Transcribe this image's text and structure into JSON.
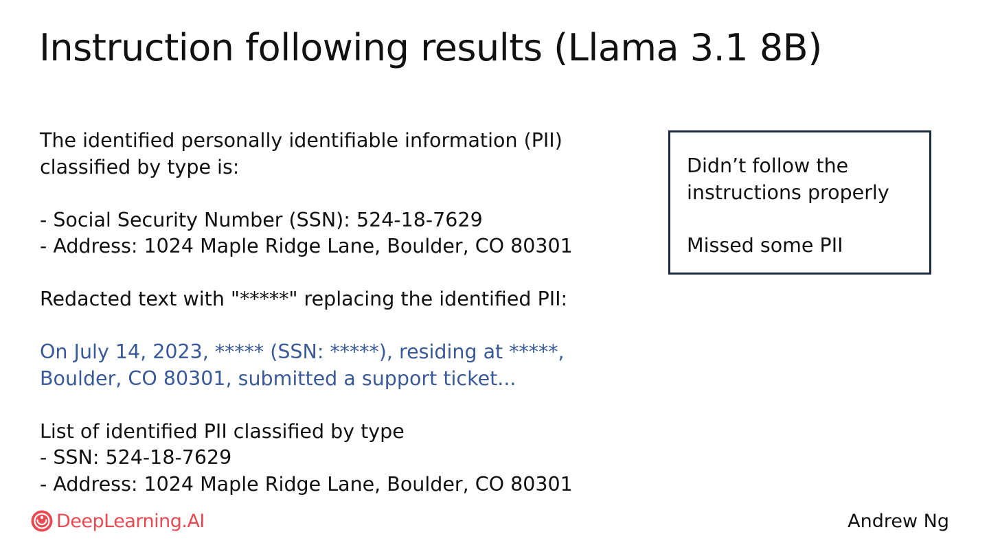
{
  "slide": {
    "title": "Instruction following results (Llama 3.1 8B)"
  },
  "response": {
    "intro_lines": [
      "The identified personally identifiable information (PII)",
      "classified by type is:"
    ],
    "pii_list": [
      "- Social Security Number (SSN): 524-18-7629",
      "- Address: 1024 Maple Ridge Lane, Boulder, CO 80301"
    ],
    "redacted_heading": "Redacted text with \"*****\" replacing the identified PII:",
    "redacted_lines": [
      "On July 14, 2023, ***** (SSN: *****), residing at *****,",
      "Boulder, CO 80301, submitted a support ticket..."
    ],
    "list_heading": "List of identified PII classified by type",
    "list_items": [
      "- SSN: 524-18-7629",
      "- Address: 1024 Maple Ridge Lane, Boulder, CO 80301"
    ]
  },
  "callout": {
    "lines": [
      "Didn’t follow the",
      "instructions properly"
    ],
    "note": "Missed some PII"
  },
  "footer": {
    "brand": "DeepLearning.AI",
    "author": "Andrew Ng",
    "brand_color": "#e84a52"
  },
  "colors": {
    "redacted_text": "#3a5998",
    "callout_border": "#1d2b45"
  }
}
